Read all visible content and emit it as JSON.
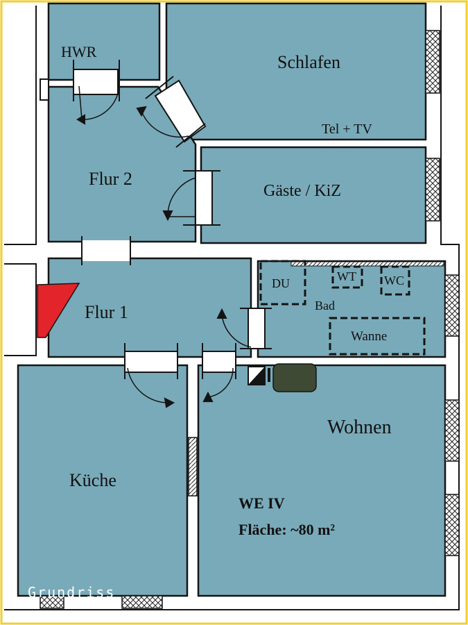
{
  "plan": {
    "caption": "Grundriss",
    "colors": {
      "frame": "#f2cf2e",
      "room_fill": "#79aab9",
      "wall": "#141414",
      "chimney": "#e3242b",
      "stove": "#3f4a35"
    },
    "rooms": {
      "hwr": "HWR",
      "schlafen": "Schlafen",
      "flur2": "Flur 2",
      "gaeste": "Gäste / KiZ",
      "flur1": "Flur 1",
      "bad": "Bad",
      "kueche": "Küche",
      "wohnen": "Wohnen"
    },
    "fixtures": {
      "du": "DU",
      "wt": "WT",
      "wc": "WC",
      "wanne": "Wanne",
      "tel_tv": "Tel + TV"
    },
    "unit": {
      "name": "WE IV",
      "area": "Fläche: ~80 m²"
    }
  }
}
